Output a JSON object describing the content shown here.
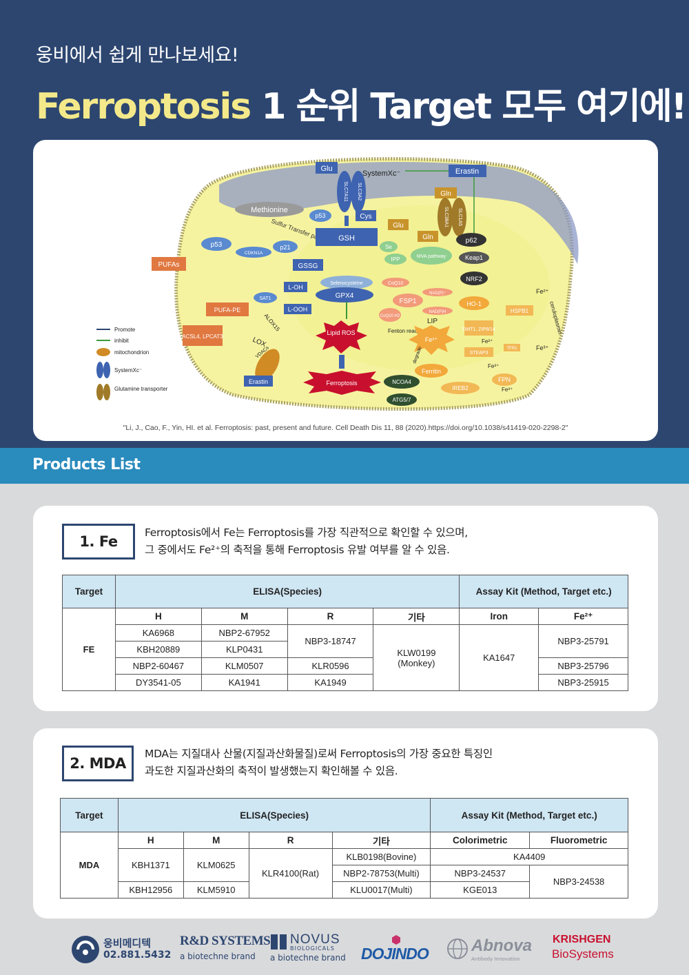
{
  "header": {
    "subtitle": "웅비에서 쉽게 만나보세요!",
    "title_highlight": "Ferroptosis",
    "title_rest": " 1 순위 Target  모두 여기에!"
  },
  "diagram": {
    "labels": {
      "glu": "Glu",
      "systemxc": "SystemXc⁻",
      "erastin_top": "Erastin",
      "slc7a11": "SLC7A11",
      "slc3a2": "SLC3A2",
      "gln_top": "Gln",
      "slc1a5": "SLC1A5",
      "slc38a1": "SLC38A1",
      "methionine": "Methionine",
      "p53_top": "p53",
      "cys": "Cys",
      "sulfur": "Sulfur Transfer pathway",
      "glu_mid": "Glu",
      "gln_mid": "Gln",
      "gsh": "GSH",
      "p62": "p62",
      "p53_left": "p53",
      "cdkn1a": "CDKN1A",
      "p21": "p21",
      "se": "Se",
      "ipp": "IPP",
      "mva": "MVA pathway",
      "keap1": "Keap1",
      "gssg": "GSSG",
      "pufas": "PUFAs",
      "selenocysteine": "Selenocysteine",
      "coq10": "CoQ10",
      "nrf2": "NRF2",
      "loh": "L-OH",
      "gpx4": "GPX4",
      "sat1": "SAT1",
      "nadp": "NAD(P)⁺",
      "fsp1": "FSP1",
      "nadph": "NAD(P)H",
      "ho1": "HO-1",
      "hspb1": "HSPB1",
      "pufape": "PUFA-PE",
      "looh": "L-OOH",
      "coq10h2": "CoQ10 H2",
      "lip": "LIP",
      "alox15": "ALOX15",
      "lipid_ros": "Lipid ROS",
      "fenton": "Fenton reaction",
      "fe2": "Fe²⁺",
      "dmt1": "DMT1, ZIP8/14",
      "acsl4": "ACSL4, LPCAT3",
      "lox": "LOX",
      "fe2b": "Fe²⁺",
      "tfr1": "TFR1",
      "fe2_out": "Fe²⁺",
      "fe3_out": "Fe³⁺",
      "steap3": "STEAP3",
      "ceruloplasmin": "ceruloplasmin",
      "vdacs": "VDACs",
      "degrade": "degrade",
      "fe3": "Fe³⁺",
      "ferritin": "Ferritin",
      "erastin_bottom": "Erastin",
      "ferroptosis": "Ferroptosis",
      "ncoa4": "NCOA4",
      "ireb2": "IREB2",
      "fpn": "FPN",
      "fe3b": "Fe³⁺",
      "atg57": "ATG5/7"
    },
    "legend": [
      "Promote",
      "inhibit",
      "mitochondrion",
      "SystemXc⁻",
      "Glutamine transporter"
    ],
    "citation": "\"Li, J., Cao, F., Yin, HI. et al. Ferroptosis: past, present and future. Cell Death Dis 11, 88 (2020).https://doi.org/10.1038/s41419-020-2298-2\""
  },
  "products_title": "Products List",
  "fe": {
    "badge": "1. Fe",
    "desc1": "Ferroptosis에서 Fe는 Ferroptosis를 가장 직관적으로 확인할 수 있으며,",
    "desc2": "그 중에서도 Fe²⁺의 축적을 통해 Ferroptosis 유발 여부를 알 수 있음.",
    "table": {
      "h_target": "Target",
      "h_elisa": "ELISA(Species)",
      "h_assay": "Assay Kit (Method, Target etc.)",
      "s_h": "H",
      "s_m": "M",
      "s_r": "R",
      "s_etc": "기타",
      "s_iron": "Iron",
      "s_fe2": "Fe²⁺",
      "target": "FE",
      "h": [
        "KA6968",
        "KBH20889",
        "NBP2-60467",
        "DY3541-05"
      ],
      "m": [
        "NBP2-67952",
        "KLP0431",
        "KLM0507",
        "KA1941"
      ],
      "r": [
        "NBP3-18747",
        "KLR0596",
        "KA1949"
      ],
      "etc1": "KLW0199",
      "etc2": "(Monkey)",
      "iron": "KA1647",
      "fe2": [
        "NBP3-25791",
        "NBP3-25796",
        "NBP3-25915"
      ]
    }
  },
  "mda": {
    "badge": "2. MDA",
    "desc1": "MDA는 지질대사 산물(지질과산화물질)로써 Ferroptosis의 가장 중요한 특징인",
    "desc2": "과도한 지질과산화의 축적이 발생했는지 확인해볼 수 있음.",
    "table": {
      "h_target": "Target",
      "h_elisa": "ELISA(Species)",
      "h_assay": "Assay Kit (Method, Target etc.)",
      "s_h": "H",
      "s_m": "M",
      "s_r": "R",
      "s_etc": "기타",
      "s_color": "Colorimetric",
      "s_fluoro": "Fluorometric",
      "target": "MDA",
      "h": [
        "KBH1371",
        "KBH12956"
      ],
      "m": [
        "KLM0625",
        "KLM5910"
      ],
      "r": "KLR4100(Rat)",
      "etc": [
        "KLB0198(Bovine)",
        "NBP2-78753(Multi)",
        "KLU0017(Multi)"
      ],
      "ka4409": "KA4409",
      "color": [
        "NBP3-24537",
        "KGE013"
      ],
      "fluoro": "NBP3-24538"
    }
  },
  "footer": {
    "woongbi_name": "웅비메디텍",
    "woongbi_phone": "02.881.5432",
    "rnd_name": "R&D SYSTEMS",
    "rnd_sub": "a biotechne brand",
    "novus_name": "NOVUS",
    "novus_mid": "BIOLOGICALS",
    "novus_sub": "a biotechne brand",
    "dojindo": "DOJINDO",
    "abnova": "Abnova",
    "abnova_sub": "Antibody Innovation",
    "krishgen1": "KRISHGEN",
    "krishgen2": "BioSystems",
    "colors": {
      "navy": "#2d4670",
      "red": "#c8102e",
      "blue": "#1f5aa6"
    }
  }
}
